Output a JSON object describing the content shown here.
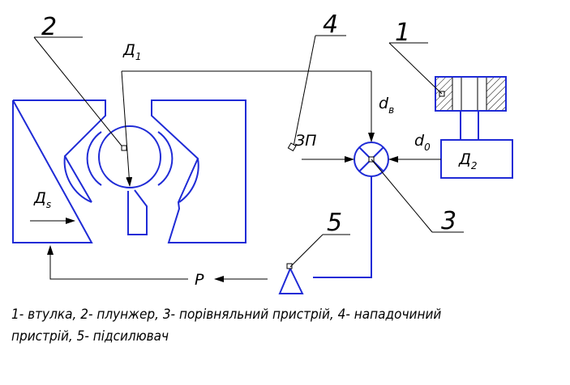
{
  "labels": {
    "n1": "1",
    "n2": "2",
    "n3": "3",
    "n4": "4",
    "n5": "5",
    "d1_main": "Д",
    "d1_sub": "1",
    "ds_main": "Д",
    "ds_sub": "s",
    "d2_main": "Д",
    "d2_sub": "2",
    "dv_main": "d",
    "dv_sub": "в",
    "d0_main": "d",
    "d0_sub": "0",
    "zp": "ЗП",
    "p": "Р"
  },
  "caption": {
    "line1": "1- втулка, 2- плунжер, 3- порівняльний пристрій, 4- нападочиний",
    "line2": "пристрій, 5- підсилювач"
  }
}
